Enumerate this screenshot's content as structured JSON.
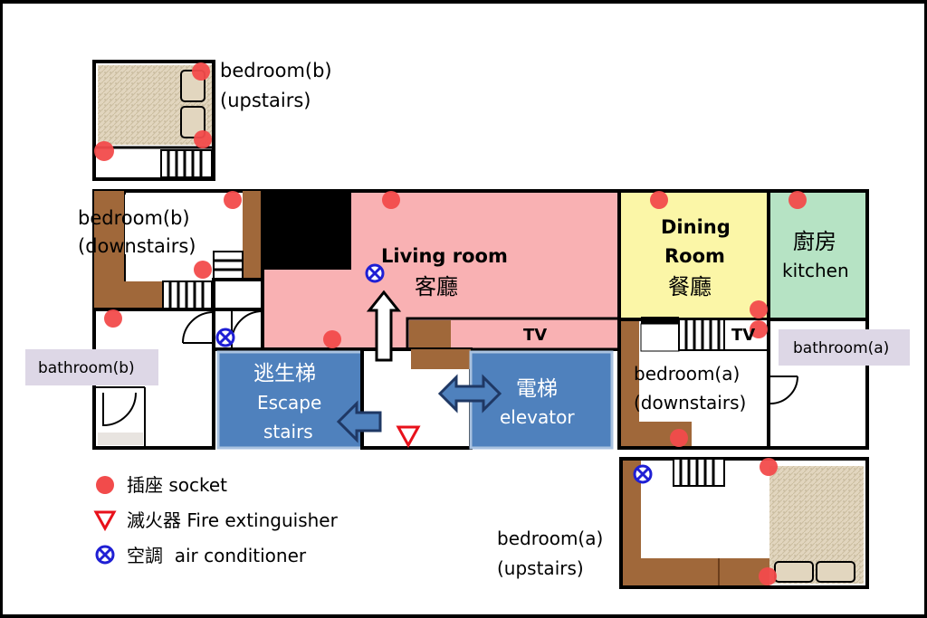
{
  "rooms": {
    "bedroom_b_up": [
      "bedroom(b)",
      "(upstairs)"
    ],
    "bedroom_b_down": [
      "bedroom(b)",
      "(downstairs)"
    ],
    "bathroom_b": "bathroom(b)",
    "living": {
      "en": "Living room",
      "zh": "客廳"
    },
    "dining": {
      "en1": "Dining",
      "en2": "Room",
      "zh": "餐廳"
    },
    "kitchen": {
      "zh": "廚房",
      "en": "kitchen"
    },
    "escape": {
      "zh": "逃生梯",
      "en1": "Escape",
      "en2": "stairs"
    },
    "elevator": {
      "zh": "電梯",
      "en": "elevator"
    },
    "bedroom_a_down": [
      "bedroom(a)",
      "(downstairs)"
    ],
    "bathroom_a": "bathroom(a)",
    "bedroom_a_up": [
      "bedroom(a)",
      "(upstairs)"
    ],
    "tv1": "TV",
    "tv2": "TV"
  },
  "legend": {
    "socket": "插座 socket",
    "extinguisher": "滅火器 Fire extinguisher",
    "ac": "空調  air conditioner"
  },
  "colors": {
    "background": "#ffffff",
    "living_room": "#f9b1b3",
    "dining_room": "#fbf6a7",
    "kitchen": "#b6e3c4",
    "stairs_elevator": "#4f81bd",
    "bathroom_label_bg": "#ddd7e6",
    "socket": "#f24b4b",
    "air_conditioner": "#1f1fd4",
    "fire_extinguisher": "#e8111b",
    "wood": "#a0683a",
    "carpet": "#e2d6bf"
  },
  "icons": [
    "socket-icon",
    "fire-extinguisher-icon",
    "air-conditioner-icon",
    "arrow-up-icon",
    "arrow-left-icon",
    "double-arrow-icon"
  ]
}
